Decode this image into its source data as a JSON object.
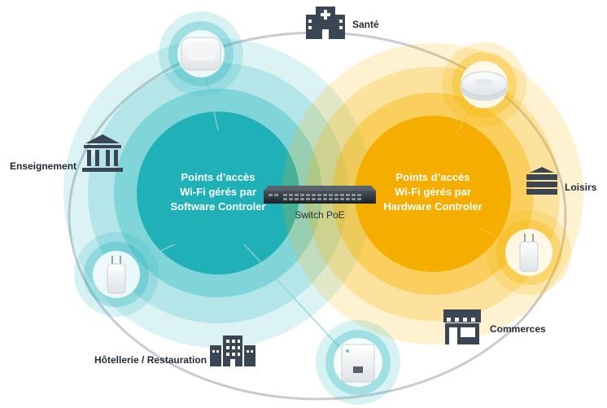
{
  "colors": {
    "teal": "#23b7be",
    "teal_light": "#c9eef0",
    "yellow": "#f7b500",
    "yellow_light": "#fde7a6",
    "icon_dark": "#3b4654",
    "ring": "#c5c9cf"
  },
  "left_hub": {
    "lines": [
      "Points d’accès",
      "Wi-Fi gérés par",
      "Software Controler"
    ]
  },
  "right_hub": {
    "lines": [
      "Points d’accès",
      "Wi-Fi gérés par",
      "Hardware Controler"
    ]
  },
  "switch": {
    "label": "Switch PoE",
    "icon": "network-switch"
  },
  "sectors": [
    {
      "label": "Santé",
      "icon": "hospital-icon"
    },
    {
      "label": "Enseignement",
      "icon": "school-icon"
    },
    {
      "label": "Hôtellerie / Restauration",
      "icon": "hotel-icon"
    },
    {
      "label": "Loisirs",
      "icon": "stadium-icon"
    },
    {
      "label": "Commerces",
      "icon": "store-icon"
    }
  ],
  "access_points": [
    {
      "icon": "ceiling-ap-icon",
      "group": "software"
    },
    {
      "icon": "outdoor-ap-icon",
      "group": "software"
    },
    {
      "icon": "wall-plate-ap-icon",
      "group": "software"
    },
    {
      "icon": "ceiling-ap-icon",
      "group": "hardware"
    },
    {
      "icon": "outdoor-ap-icon",
      "group": "hardware"
    }
  ]
}
